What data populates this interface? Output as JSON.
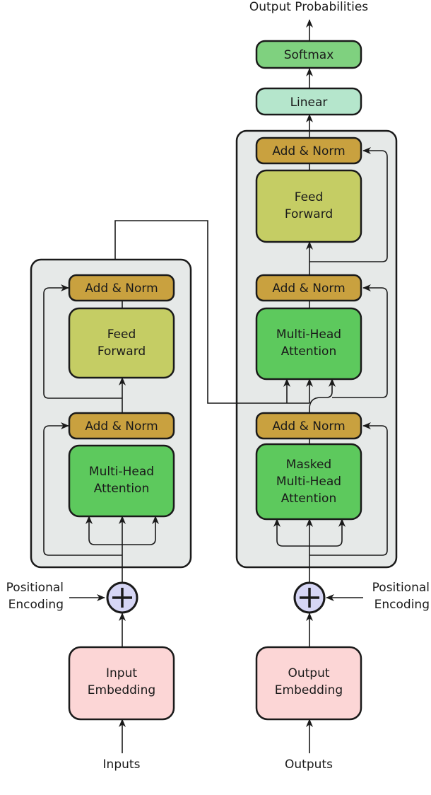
{
  "labels": {
    "output_probabilities": "Output Probabilities",
    "positional_encoding_left": [
      "Positional",
      "Encoding"
    ],
    "positional_encoding_right": [
      "Positional",
      "Encoding"
    ],
    "inputs": "Inputs",
    "outputs": "Outputs"
  },
  "encoder": {
    "add_norm_top": "Add & Norm",
    "feed_forward": [
      "Feed",
      "Forward"
    ],
    "add_norm_bottom": "Add & Norm",
    "attention": [
      "Multi-Head",
      "Attention"
    ],
    "input_embedding": [
      "Input",
      "Embedding"
    ]
  },
  "decoder": {
    "softmax": "Softmax",
    "linear": "Linear",
    "add_norm_top": "Add & Norm",
    "feed_forward": [
      "Feed",
      "Forward"
    ],
    "add_norm_middle": "Add & Norm",
    "cross_attention": [
      "Multi-Head",
      "Attention"
    ],
    "add_norm_bottom": "Add & Norm",
    "masked_attention": [
      "Masked",
      "Multi-Head",
      "Attention"
    ],
    "output_embedding": [
      "Output",
      "Embedding"
    ]
  },
  "colors": {
    "stack_fill": "#e6e9e8",
    "add_norm": "#c9a13f",
    "feed_forward": "#c5cd64",
    "attention": "#5dc95d",
    "embedding": "#fcd6d6",
    "softmax": "#7fd17f",
    "linear": "#b5e6cc",
    "adder": "#d6d6f5"
  }
}
